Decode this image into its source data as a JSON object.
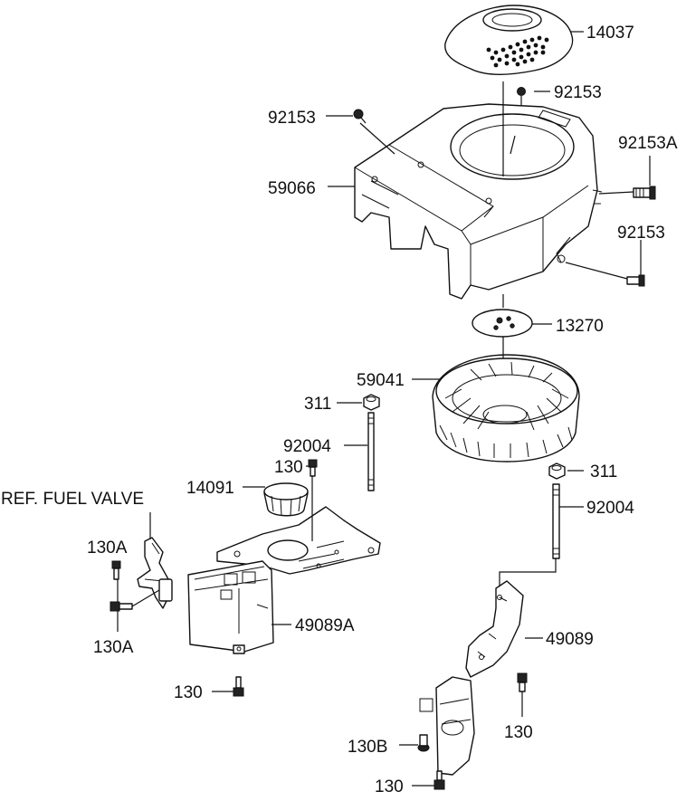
{
  "diagram": {
    "labels": {
      "p14037": "14037",
      "p92153_top": "92153",
      "p92153_left": "92153",
      "p92153a": "92153A",
      "p92153_right": "92153",
      "p59066": "59066",
      "p13270": "13270",
      "p59041": "59041",
      "p311_left": "311",
      "p92004_left": "92004",
      "p130_top": "130",
      "p14091": "14091",
      "ref_fuel_valve": "REF. FUEL VALVE",
      "p130a_top": "130A",
      "p130a_bottom": "130A",
      "p49089a": "49089A",
      "p130_left_bottom": "130",
      "p311_right": "311",
      "p92004_right": "92004",
      "p49089": "49089",
      "p130_right": "130",
      "p130b": "130B",
      "p130_bottom": "130"
    }
  }
}
